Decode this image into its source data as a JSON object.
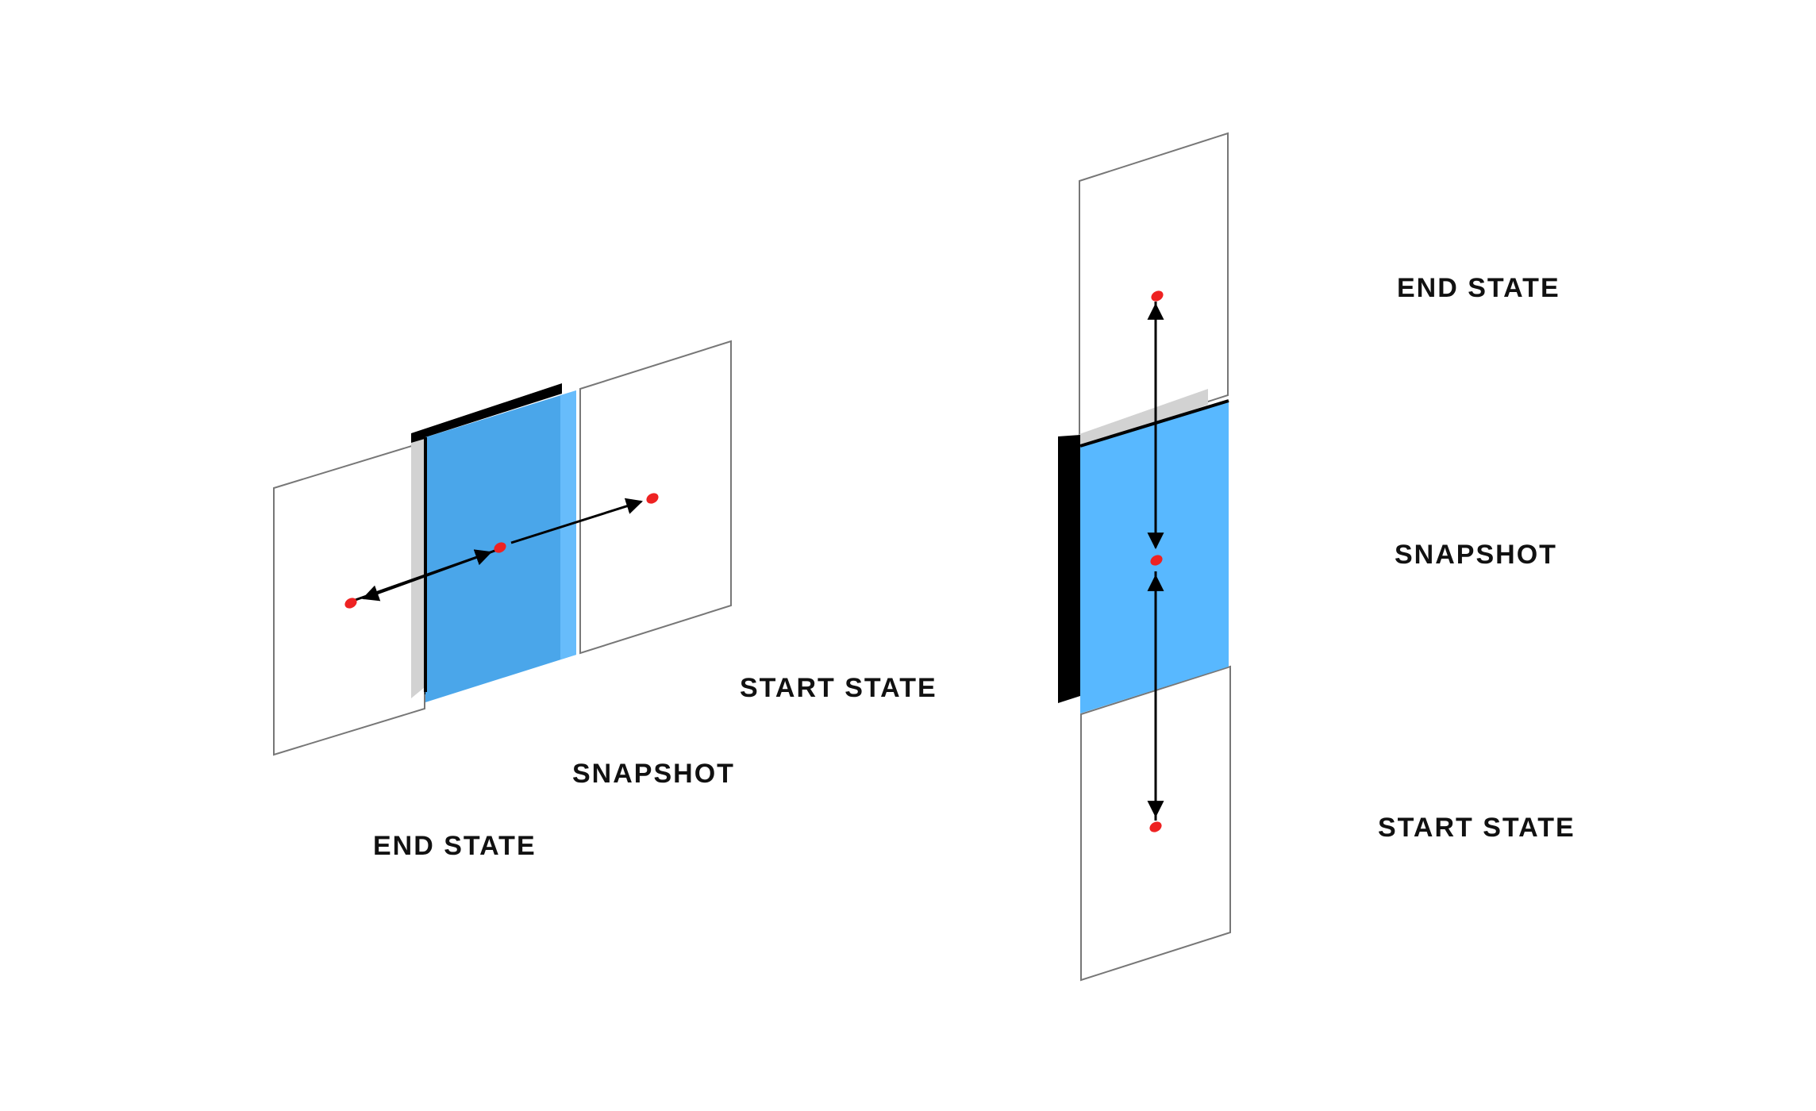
{
  "colors": {
    "background": "#ffffff",
    "panel_outline": "#777777",
    "snapshot_fill": "#58b8ff",
    "snapshot_fill_left": "#4aa6ea",
    "shadow_black": "#000000",
    "shadow_gray": "#d2d2d2",
    "point": "#ee2222",
    "arrow": "#000000",
    "label_text": "#111111"
  },
  "left_diagram": {
    "labels": {
      "end_state": "END STATE",
      "snapshot": "SNAPSHOT",
      "start_state": "START STATE"
    }
  },
  "right_diagram": {
    "labels": {
      "end_state": "END STATE",
      "snapshot": "SNAPSHOT",
      "start_state": "START STATE"
    }
  }
}
